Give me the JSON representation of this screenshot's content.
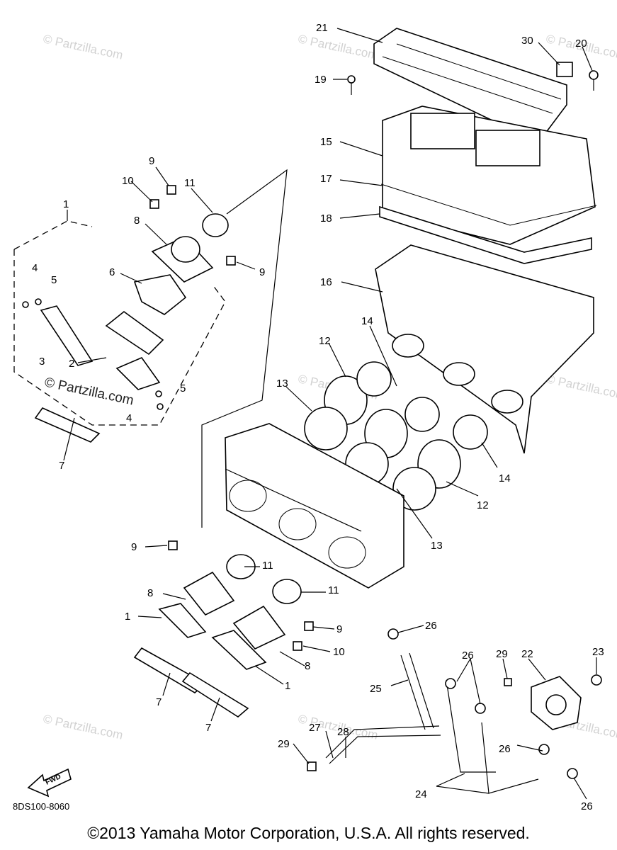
{
  "watermark": {
    "text": "© Partzilla.com"
  },
  "diagram": {
    "callouts": {
      "c1a": "1",
      "c1b": "1",
      "c1c": "1",
      "c2": "2",
      "c3": "3",
      "c4a": "4",
      "c4b": "4",
      "c5a": "5",
      "c5b": "5",
      "c6": "6",
      "c7a": "7",
      "c7b": "7",
      "c7c": "7",
      "c8a": "8",
      "c8b": "8",
      "c8c": "8",
      "c9a": "9",
      "c9b": "9",
      "c9c": "9",
      "c9d": "9",
      "c10a": "10",
      "c10b": "10",
      "c11a": "11",
      "c11b": "11",
      "c11c": "11",
      "c12a": "12",
      "c12b": "12",
      "c13a": "13",
      "c13b": "13",
      "c14a": "14",
      "c14b": "14",
      "c15": "15",
      "c16": "16",
      "c17": "17",
      "c18": "18",
      "c19": "19",
      "c20": "20",
      "c21": "21",
      "c22": "22",
      "c23": "23",
      "c24": "24",
      "c25": "25",
      "c26a": "26",
      "c26b": "26",
      "c26c": "26",
      "c26d": "26",
      "c27": "27",
      "c28": "28",
      "c29a": "29",
      "c29b": "29",
      "c30": "30"
    },
    "fwd_label": "FWD",
    "code": "8DS100-8060"
  },
  "footer": {
    "copyright": "©2013 Yamaha Motor Corporation, U.S.A. All rights reserved."
  }
}
